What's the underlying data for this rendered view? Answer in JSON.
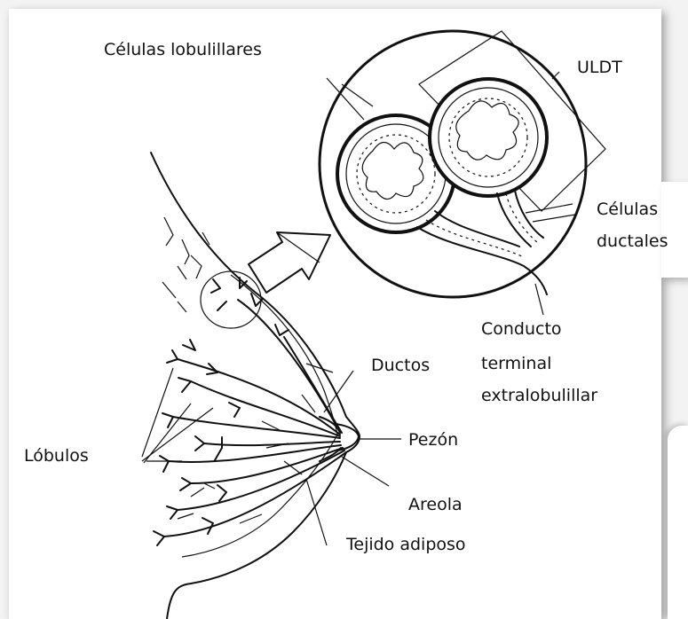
{
  "labels": {
    "lobular_cells": "Células lobulillares",
    "uldt": "ULDT",
    "ductal_cells_1": "Células",
    "ductal_cells_2": "ductales",
    "terminal_duct_1": "Conducto",
    "terminal_duct_2": "terminal",
    "terminal_duct_3": "extralobulillar",
    "ducts": "Ductos",
    "lobules": "Lóbulos",
    "nipple": "Pezón",
    "areola": "Areola",
    "adipose_tissue": "Tejido adiposo"
  },
  "colors": {
    "ink": "#111111",
    "background": "#ffffff",
    "frame": "#f3f3f3"
  }
}
